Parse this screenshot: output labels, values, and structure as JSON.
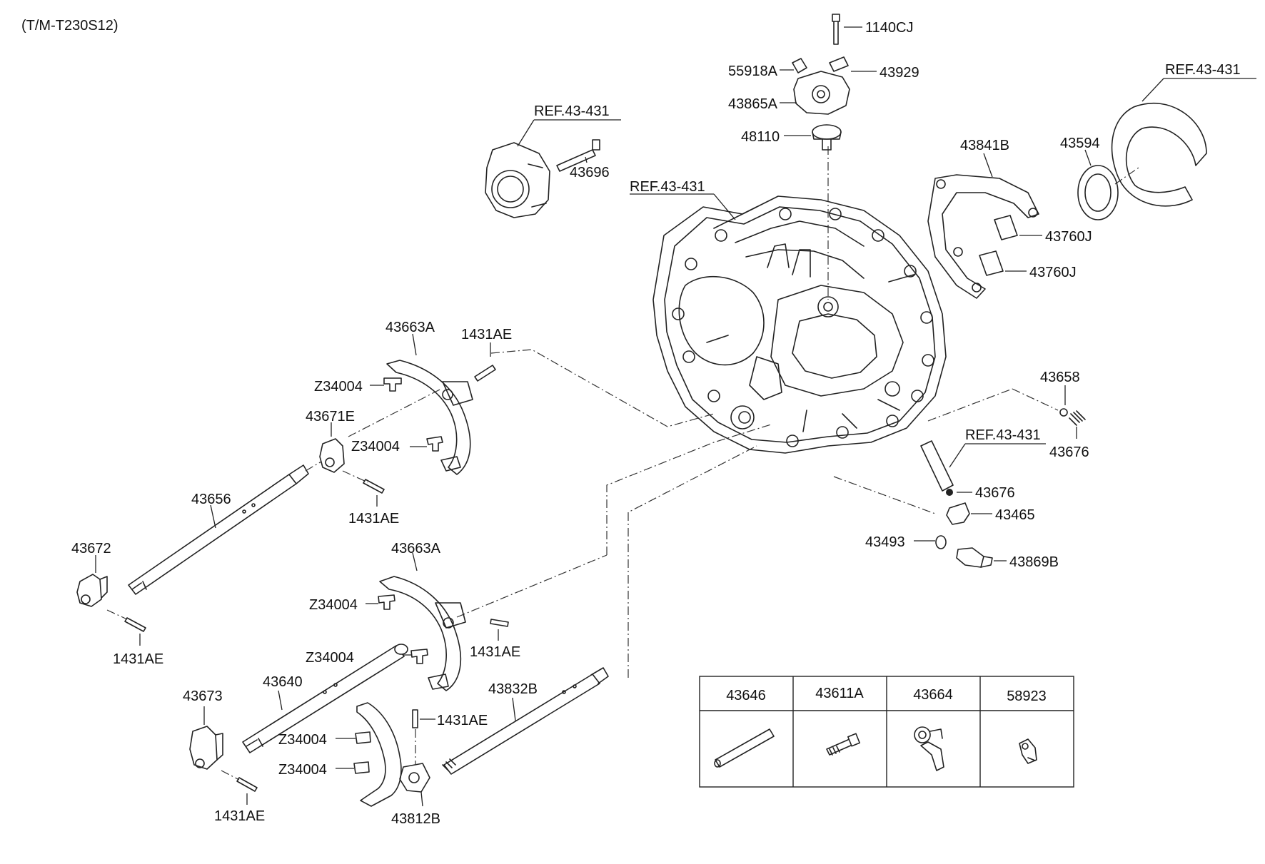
{
  "model_code": "(T/M-T230S12)",
  "parts": {
    "p1140CJ": "1140CJ",
    "p55918A": "55918A",
    "p43929": "43929",
    "p43865A": "43865A",
    "p48110": "48110",
    "ref_top_left": "REF.43-431",
    "p43696": "43696",
    "ref_case": "REF.43-431",
    "ref_right": "REF.43-431",
    "p43594": "43594",
    "p43841B": "43841B",
    "p43760J_a": "43760J",
    "p43760J_b": "43760J",
    "p43663A_a": "43663A",
    "p1431AE_a": "1431AE",
    "p Z34004_a": "Z34004",
    "z34004_a": "Z34004",
    "p43671E": "43671E",
    "z34004_b": "Z34004",
    "p43656": "43656",
    "p1431AE_b": "1431AE",
    "p43672": "43672",
    "p1431AE_c": "1431AE",
    "p43658": "43658",
    "p43676_a": "43676",
    "ref_lower": "REF.43-431",
    "p43676_b": "43676",
    "p43465": "43465",
    "p43493": "43493",
    "p43869B": "43869B",
    "p43663A_b": "43663A",
    "z34004_c": "Z34004",
    "p1431AE_d": "1431AE",
    "z34004_d": "Z34004",
    "p43640": "43640",
    "p43832B": "43832B",
    "p43673": "43673",
    "p1431AE_e": "1431AE",
    "z34004_e": "Z34004",
    "z34004_f": "Z34004",
    "p1431AE_f": "1431AE",
    "p43812B": "43812B"
  },
  "table": {
    "headers": [
      "43646",
      "43611A",
      "43664",
      "58923"
    ]
  }
}
